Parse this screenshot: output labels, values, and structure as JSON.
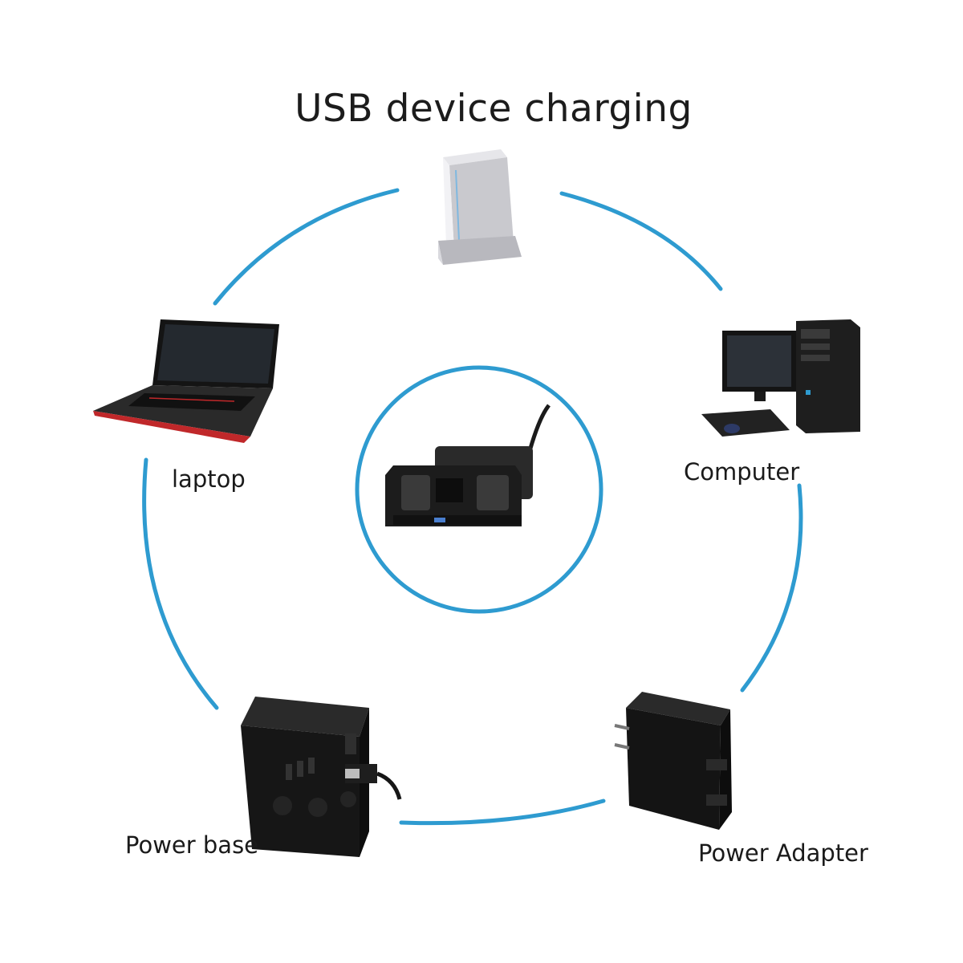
{
  "title": "USB device charging",
  "labels": {
    "laptop": "laptop",
    "computer": "Computer",
    "power_base": "Power base",
    "power_adapter": "Power Adapter"
  },
  "icons": {
    "top": "game-console-icon",
    "left": "laptop-icon",
    "right": "desktop-computer-icon",
    "center": "charging-dock-icon",
    "bottom_left": "power-strip-icon",
    "bottom_right": "wall-adapter-icon"
  },
  "colors": {
    "ring": "#2e9bd0",
    "device_dark": "#1b1b1b",
    "accent_red": "#c0282a"
  }
}
